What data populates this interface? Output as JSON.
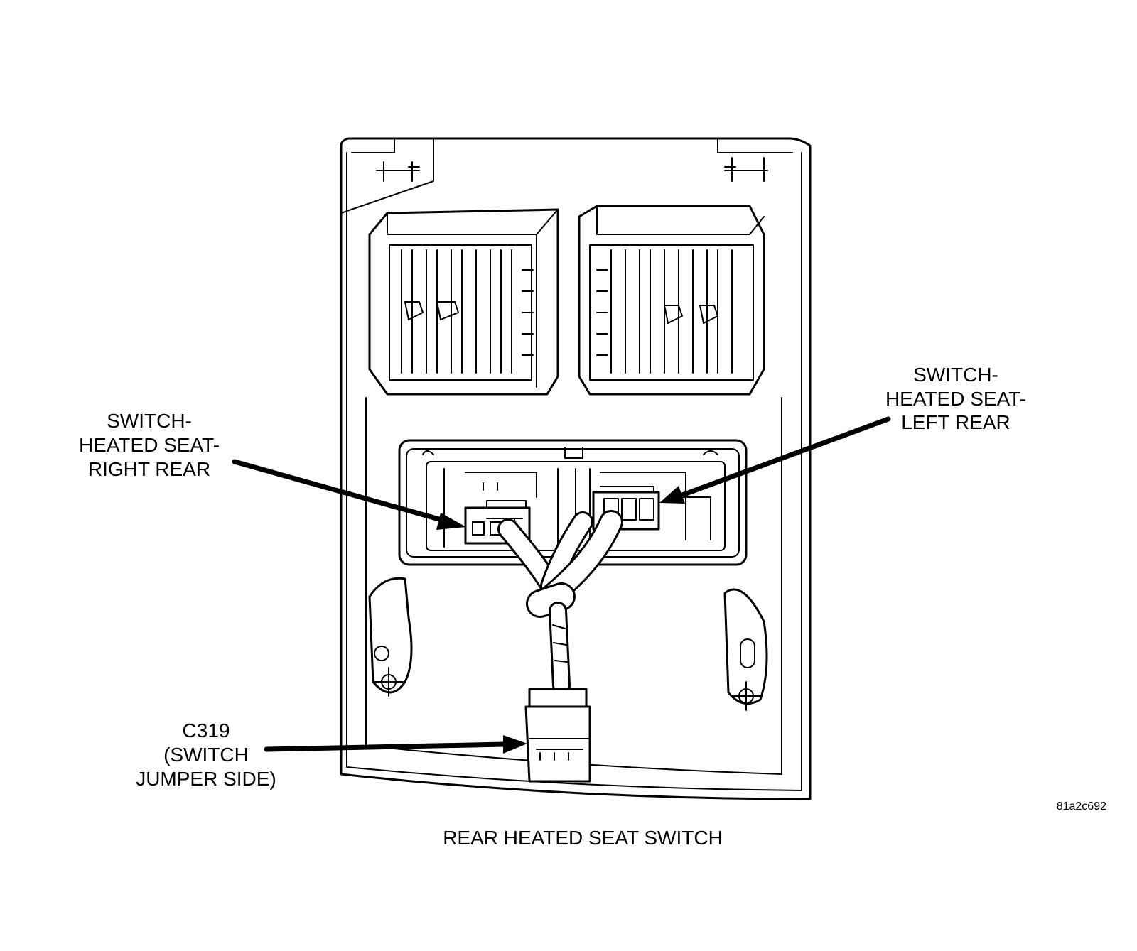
{
  "labels": {
    "right_rear": [
      "SWITCH-",
      "HEATED SEAT-",
      "RIGHT REAR"
    ],
    "left_rear": [
      "SWITCH-",
      "HEATED SEAT-",
      "LEFT REAR"
    ],
    "c319": [
      "C319",
      "(SWITCH",
      "JUMPER SIDE)"
    ]
  },
  "figure_id": "81a2c692",
  "caption": "REAR HEATED SEAT SWITCH"
}
